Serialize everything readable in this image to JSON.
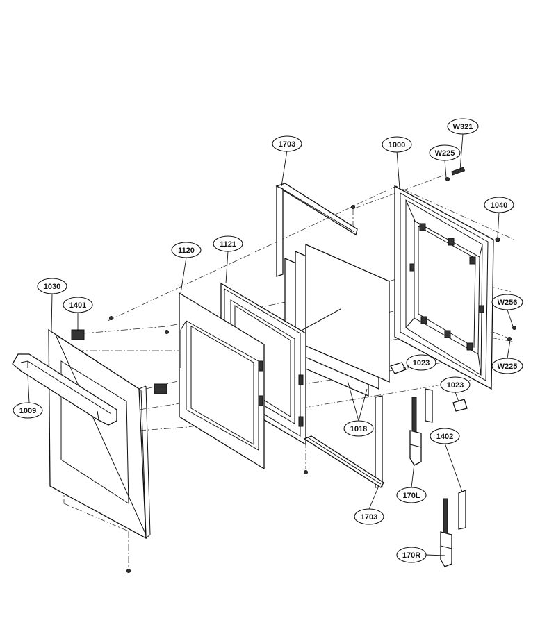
{
  "labels": {
    "p1703_top": "1703",
    "p1000": "1000",
    "pW321": "W321",
    "pW225_top": "W225",
    "p1040": "1040",
    "p1120": "1120",
    "p1121": "1121",
    "p1030": "1030",
    "p1401": "1401",
    "pW256": "W256",
    "pW225_right": "W225",
    "p1023_a": "1023",
    "p1023_b": "1023",
    "p1009": "1009",
    "p1018": "1018",
    "p1402": "1402",
    "p170L": "170L",
    "p1703_bottom": "1703",
    "p170R": "170R"
  }
}
